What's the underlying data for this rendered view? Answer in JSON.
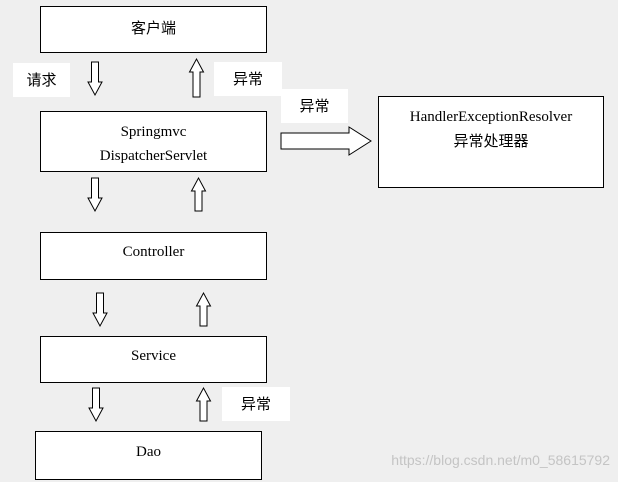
{
  "boxes": {
    "client": "客户端",
    "dispatcher_line1": "Springmvc",
    "dispatcher_line2": "DispatcherServlet",
    "controller": "Controller",
    "service": "Service",
    "dao": "Dao",
    "resolver_line1": "HandlerExceptionResolver",
    "resolver_line2": "异常处理器"
  },
  "labels": {
    "request": "请求",
    "exception_client": "异常",
    "exception_resolver": "异常",
    "exception_dao": "异常"
  },
  "watermark": "https://blog.csdn.net/m0_58615792"
}
